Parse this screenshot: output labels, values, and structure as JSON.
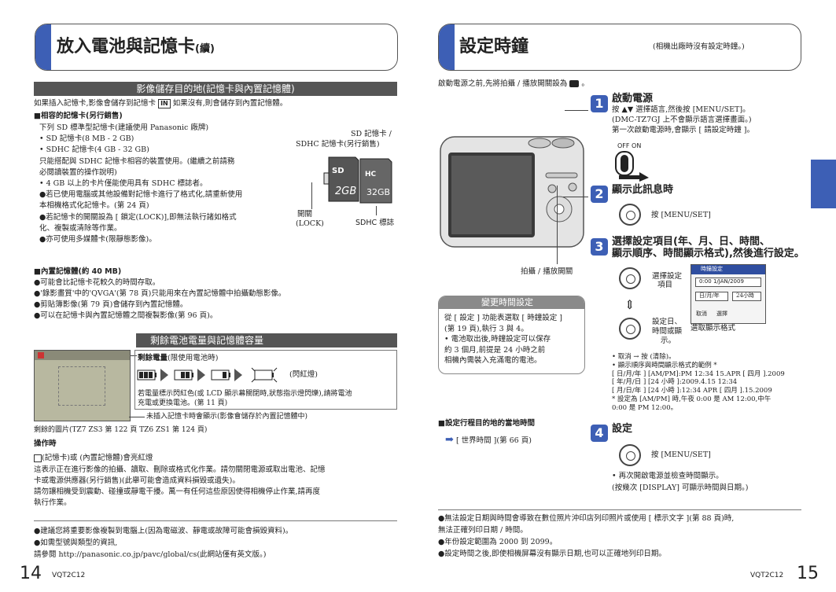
{
  "left": {
    "title": "放入電池與記憶卡",
    "title_suffix": "(續)",
    "sec1_title": "影像儲存目的地(記憶卡與內置記憶體)",
    "intro_pre": "如果插入記憶卡,影像會儲存到記憶卡",
    "intro_post": "如果沒有,則會儲存到內置記憶體。",
    "card_heading": "■相容的記憶卡(另行銷售)",
    "card_lines": [
      "下列 SD 標準型記憶卡(建議使用 Panasonic 廠牌)",
      "• SD 記憶卡(8 MB - 2 GB)",
      "• SDHC 記憶卡(4 GB - 32 GB)",
      "只能搭配與 SDHC 記憶卡相容的裝置使用。(繼續之前請務",
      "必閱讀裝置的操作說明)",
      "• 4 GB 以上的卡片僅能使用具有 SDHC 標誌者。",
      "●若已使用電腦或其他設備對記憶卡進行了格式化,請重新使用",
      "本相機格式化記憶卡。(第 24 頁)",
      "●若記憶卡的開關設為 [ 鎖定(LOCK)],即無法執行諸如格式",
      "化、複製或清除等作業。",
      "●亦可使用多媒體卡(限靜態影像)。"
    ],
    "sd_label_1": "SD 記憶卡 /",
    "sd_label_2": "SDHC 記憶卡(另行銷售)",
    "card_sd": "2GB",
    "card_sdhc": "32GB",
    "switch_label_1": "開關",
    "switch_label_2": "(LOCK)",
    "sdhc_logo_label": "SDHC 標誌",
    "mem_heading": "■內置記憶體(約 40 MB)",
    "mem_lines": [
      "●可能會比記憶卡花較久的時間存取。",
      "●'錄影畫質'中的'QVGA'(第 78 頁)只能用來在內置記憶體中拍攝動態影像。",
      "●剪貼簿影像(第 79 頁)會儲存到內置記憶體。",
      "●可以在記憶卡與內置記憶體之間複製影像(第 96 頁)。"
    ],
    "sec2_title": "剩餘電池電量與記憶體容量",
    "battery_label": "剩餘電量",
    "battery_note": "(限使用電池時)",
    "flash_red": "(閃紅燈)",
    "battery_desc_1": "若電量標示閃紅色(或 LCD 顯示幕關閉時,狀態指示燈閃爍),請將電池",
    "battery_desc_2": "充電或更換電池。(第 11 頁)",
    "no_card_note": "未插入記憶卡時會顯示(影像會儲存於內置記憶體中)",
    "remaining": "剩餘的圖片(TZ7 ZS3 第 122 頁 TZ6 ZS1 第 124 頁)",
    "operating_heading": "操作時",
    "op_line1": "(記憶卡)或 (內置記憶體)會亮紅燈",
    "op_lines": [
      "這表示正在進行影像的拍攝、讀取、刪除或格式化作業。請勿關閉電源或取出電池、記憶",
      "卡或電源供應器(另行銷售)(此舉可能會造成資料損毀或遺失)。",
      "請勿讓相機受到震動、碰撞或靜電干擾。萬一有任何這些原因使得相機停止作業,請再度",
      "執行作業。"
    ],
    "foot_lines": [
      "●建議您將重要影像複製到電腦上(因為電磁波、靜電或故障可能會損毀資料)。",
      "●如需型號與類型的資訊,",
      "請參閱 http://panasonic.co.jp/pavc/global/cs(此網站僅有英文版。)"
    ],
    "page_number": "14",
    "code": "VQT2C12"
  },
  "right": {
    "title": "設定時鐘",
    "title_note": "(相機出廠時沒有設定時鐘。)",
    "intro": "啟動電源之前,先將拍攝 / 播放開關設為",
    "switch_label": "拍攝 / 播放開關",
    "step1_num": "1",
    "step1_title": "啟動電源",
    "step1_lines": [
      "按 ▲▼ 選擇語言,然後按 [MENU/SET]。",
      "(DMC-TZ7GJ 上不會顯示語言選擇畫面。)",
      "第一次啟動電源時,會顯示 [ 請設定時鐘 ]。"
    ],
    "off_on": "OFF  ON",
    "step2_num": "2",
    "step2_title": "顯示此訊息時",
    "step2_press": "按 [MENU/SET]",
    "step3_num": "3",
    "step3_title_1": "選擇設定項目(年、月、日、時間、",
    "step3_title_2": "顯示順序、時間顯示格式),然後進行設定。",
    "select_item_1": "選擇設定",
    "select_item_2": "項目",
    "set_1": "設定日、",
    "set_2": "時間或顯",
    "set_3": "示。",
    "screen_title": "時鐘設定",
    "screen_time": "0:00   1/JAN/2009",
    "screen_order": "日/月/年",
    "screen_format": "24小時",
    "screen_cancel": "取消",
    "screen_select": "選擇",
    "display_format_label": "選取顯示格式",
    "step3_notes": [
      "• 取消 → 按 (清除)。",
      "• 顯示順序與時間顯示格式的範例 *",
      "[ 日/月/年 ] [AM/PM]:PM 12:34 15.APR [ 四月 ].2009",
      "[ 年/月/日 ] [24 小時 ]:2009.4.15  12:34",
      "[ 月/日/年 ] [24 小時 ]:12:34 APR [ 四月 ].15.2009",
      "* 設定為 [AM/PM] 時,午夜 0:00 是 AM 12:00,中午",
      "0:00 是 PM 12:00。"
    ],
    "change_title": "變更時間設定",
    "change_lines": [
      "從 [ 設定 ] 功能表選取 [ 時鐘設定 ]",
      "(第 19 頁),執行 3 與 4。",
      "• 電池取出後,時鐘設定可以保存",
      "約 3 個月,前提是 24 小時之前",
      "相機內需裝入充滿電的電池。"
    ],
    "travel_heading": "■設定行程目的地的當地時間",
    "travel_link": "[ 世界時間 ](第 66 頁)",
    "step4_num": "4",
    "step4_title": "設定",
    "step4_press": "按 [MENU/SET]",
    "step4_lines": [
      "• 再次開啟電源並檢查時間顯示。",
      "(按幾次 [DISPLAY] 可顯示時間與日期。)"
    ],
    "foot_lines": [
      "●無法設定日期與時間會導致在數位照片沖印店列印照片或使用 [ 標示文字 ](第 88 頁)時,",
      "無法正確列印日期 / 時間。",
      "●年份設定範圍為 2000 到 2099。",
      "●設定時間之後,即使相機屏幕沒有顯示日期,也可以正確地列印日期。"
    ],
    "page_number": "15",
    "code": "VQT2C12"
  },
  "colors": {
    "accent": "#3d5fb5",
    "section_bar": "#555555",
    "step_box": "#8a8a8a"
  }
}
